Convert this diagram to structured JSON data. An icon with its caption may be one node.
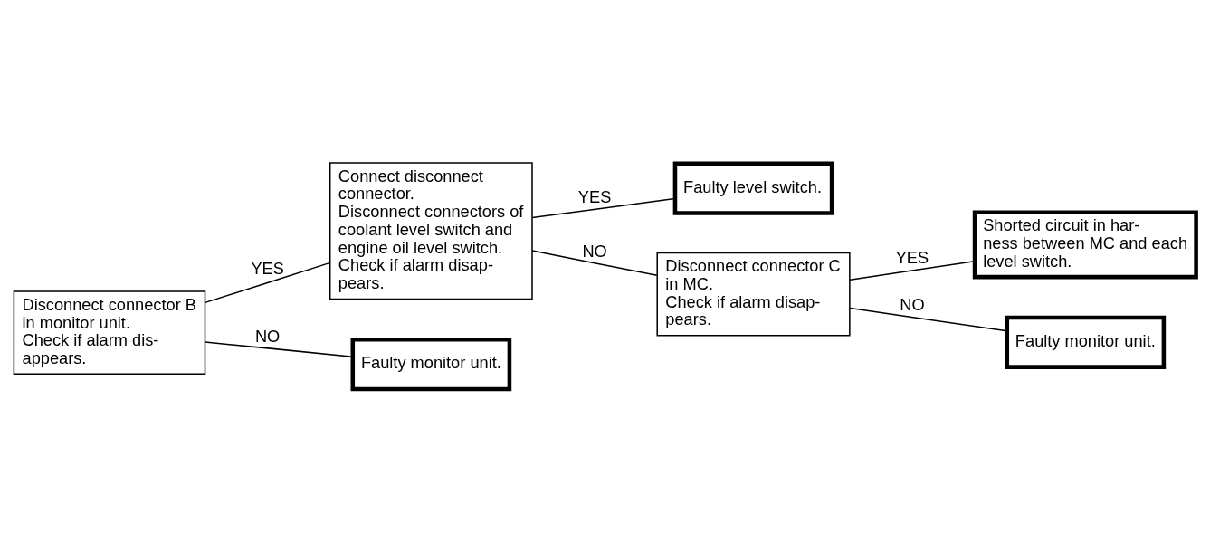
{
  "diagram": {
    "nodes": [
      {
        "text": [
          "Disconnect connector B in monitor unit.",
          "Check if alarm dis- appears."
        ]
      },
      {
        "text": [
          "Connect disconnect connector.",
          "Disconnect connectors of coolant level switch and engine oil level switch.",
          "Check if alarm disap- pears."
        ]
      },
      {
        "text": [
          "Faulty level switch."
        ]
      },
      {
        "text": [
          "Disconnect connector C in MC.",
          "Check if alarm disap- pears."
        ]
      },
      {
        "text": [
          "Shorted circuit in har- ness between MC and each level switch."
        ]
      },
      {
        "text": [
          "Faulty monitor unit."
        ]
      },
      {
        "text": [
          "Faulty monitor unit."
        ]
      }
    ],
    "edges": [
      {
        "from": 0,
        "to": 1,
        "arrow": "none",
        "label": "YES"
      },
      {
        "from": 0,
        "to": 6,
        "arrow": "none",
        "label": "NO"
      },
      {
        "from": 1,
        "to": 2,
        "arrow": "none",
        "label": "YES"
      },
      {
        "from": 1,
        "to": 3,
        "arrow": "none",
        "label": "NO"
      },
      {
        "from": 3,
        "to": 4,
        "arrow": "none",
        "label": "YES"
      },
      {
        "from": 3,
        "to": 5,
        "arrow": "none",
        "label": "NO"
      }
    ]
  }
}
